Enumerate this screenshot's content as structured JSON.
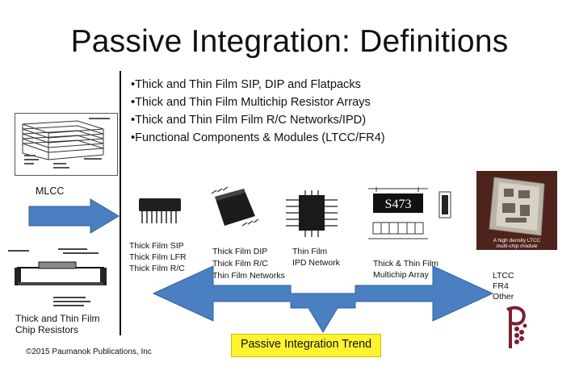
{
  "title": "Passive Integration: Definitions",
  "bullets": [
    "•Thick and Thin Film SIP, DIP and Flatpacks",
    "•Thick and Thin Film Multichip Resistor Arrays",
    "•Thick and Thin Film  Film R/C Networks/IPD)",
    "•Functional Components & Modules (LTCC/FR4)"
  ],
  "mlcc_label": "MLCC",
  "chip_resistors": [
    "Thick and Thin Film",
    "Chip Resistors"
  ],
  "sip_labels": [
    "Thick Film SIP",
    "Thick Film LFR",
    "Thick Film R/C"
  ],
  "dip_labels": [
    "Thick Film DIP",
    "Thick Film R/C",
    "Thin Film Networks"
  ],
  "ipd_labels": [
    "Thin Film",
    "IPD Network"
  ],
  "array_labels": [
    "Thick & Thin  Film",
    "Multichip Array"
  ],
  "array_chip_marking": "S473",
  "ltcc_caption": [
    "A high density LTCC",
    "multi-chip module"
  ],
  "module_labels": [
    "LTCC",
    "FR4",
    "Other"
  ],
  "trend_label": "Passive Integration Trend",
  "copyright": "©2015 Paumanok Publications, Inc",
  "colors": {
    "arrow_blue": "#4a7fc1",
    "trend_yellow": "#fff22e",
    "logo_maroon": "#7b1f2e"
  }
}
